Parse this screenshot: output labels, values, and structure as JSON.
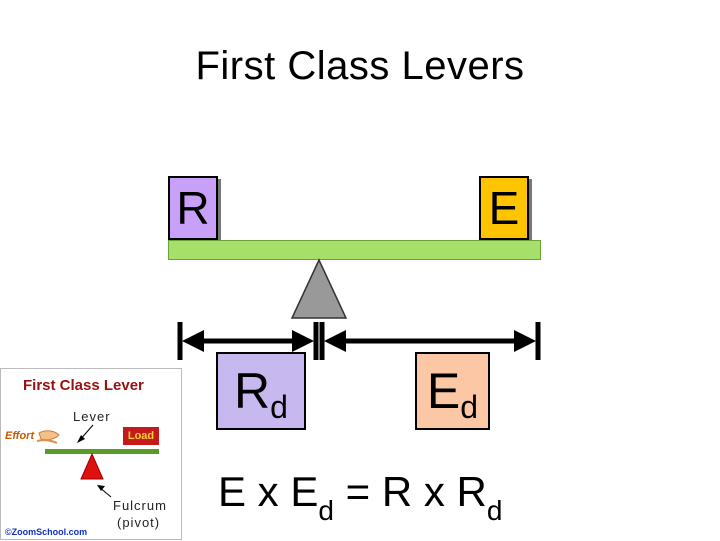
{
  "title": "First Class Levers",
  "load_box": {
    "label": "R",
    "color": "#c9a0f7"
  },
  "effort_box": {
    "label": "E",
    "color": "#ffc400"
  },
  "lever_color": "#a6e06a",
  "fulcrum_color": "#999999",
  "resistance_distance": {
    "main": "R",
    "sub": "d",
    "color": "#c7b8f0"
  },
  "effort_distance": {
    "main": "E",
    "sub": "d",
    "color": "#fbc7a4"
  },
  "equation": {
    "part1": "E x E",
    "sub1": "d",
    "part2": " = R x R",
    "sub2": "d"
  },
  "thumbnail": {
    "title": "First Class Lever",
    "lever_label": "Lever",
    "effort_label": "Effort",
    "load_label": "Load",
    "fulcrum_label_1": "Fulcrum",
    "fulcrum_label_2": "(pivot)",
    "copyright": "©ZoomSchool.com"
  }
}
